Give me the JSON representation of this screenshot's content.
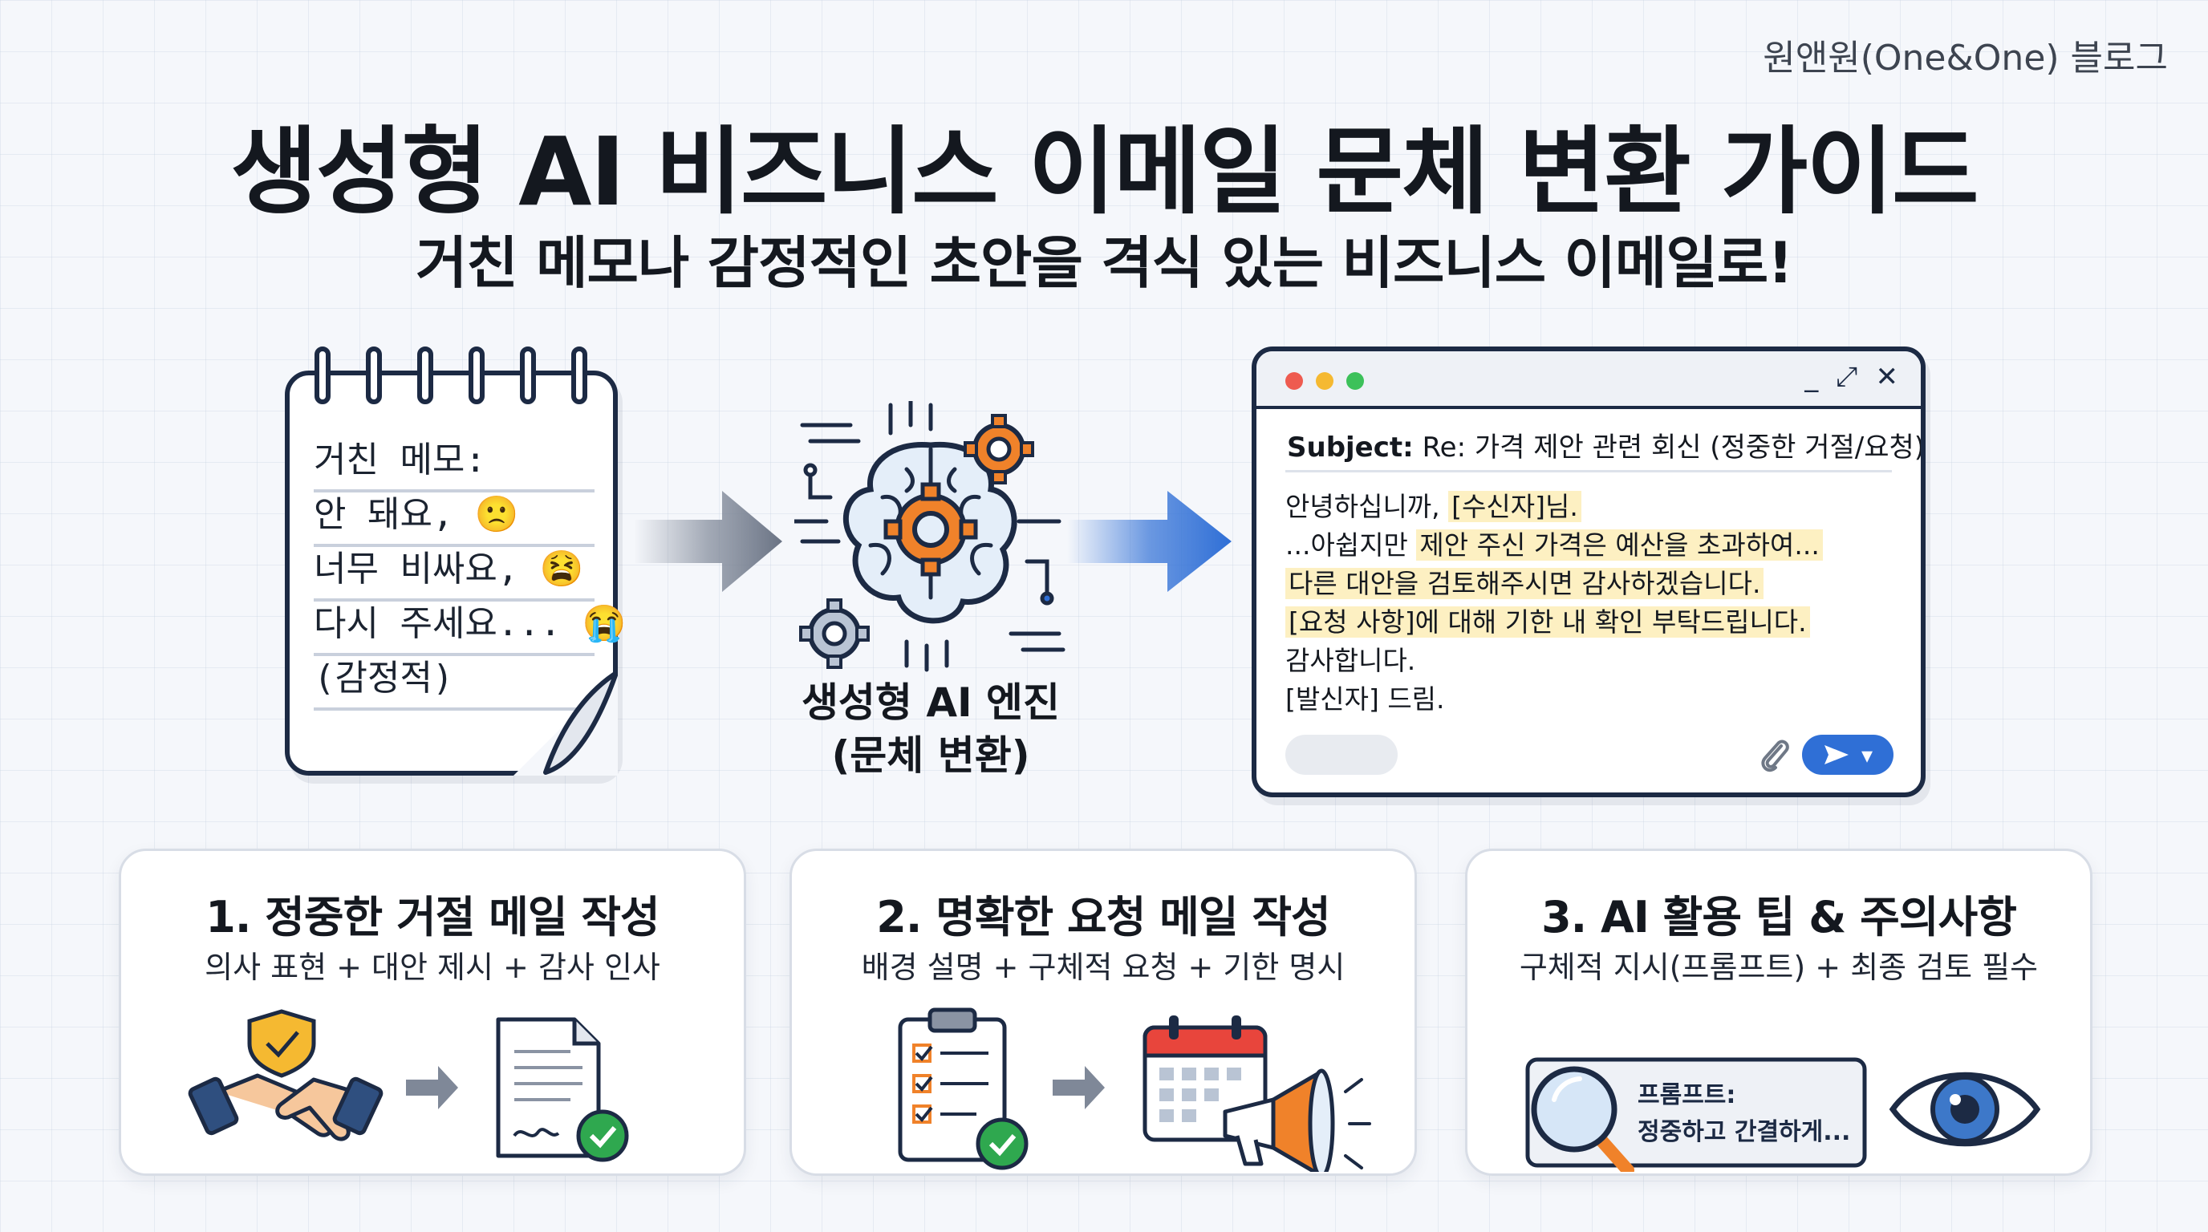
{
  "brand": "원앤원(One&One) 블로그",
  "title": "생성형 AI 비즈니스 이메일 문체 변환 가이드",
  "subtitle": "거친 메모나 감정적인 초안을 격식 있는 비즈니스 이메일로!",
  "memo": {
    "lines": [
      "거친 메모:",
      "안 돼요, 🙁",
      "너무 비싸요, 😫",
      "다시 주세요... 😭",
      "(감정적)"
    ]
  },
  "engine": {
    "label_line1": "생성형 AI 엔진",
    "label_line2": "(문체 변환)"
  },
  "email": {
    "subject_label": "Subject:",
    "subject_text": "Re: 가격 제안 관련 회신 (정중한 거절/요청)",
    "greeting_pre": "안녕하십니까, ",
    "greeting_hl": "[수신자]님.",
    "line2_pre": "...아쉽지만 ",
    "line2_hl": "제안 주신 가격은 예산을 초과하여...",
    "line3": "다른 대안을 검토해주시면 감사하겠습니다.",
    "line4_hl": "[요청 사항]에 대해 기한 내 확인 부탁드립니다.",
    "line5": "감사합니다.",
    "line6": "[발신자] 드림.",
    "window_controls": [
      "_",
      "⤢",
      "✕"
    ]
  },
  "cards": [
    {
      "title": "1. 정중한 거절 메일 작성",
      "subtitle": "의사 표현 + 대안 제시 + 감사 인사"
    },
    {
      "title": "2. 명확한 요청 메일 작성",
      "subtitle": "배경 설명 + 구체적 요청 + 기한 명시"
    },
    {
      "title": "3. AI 활용 팁 & 주의사항",
      "subtitle": "구체적 지시(프롬프트) + 최종 검토 필수",
      "prompt_line1": "프롬프트:",
      "prompt_line2": "정중하고 간결하게..."
    }
  ],
  "colors": {
    "navy": "#1c2a44",
    "orange": "#f0822a",
    "blue": "#2f6fd6",
    "highlight": "#fdf0c2",
    "green": "#2fa84f"
  }
}
